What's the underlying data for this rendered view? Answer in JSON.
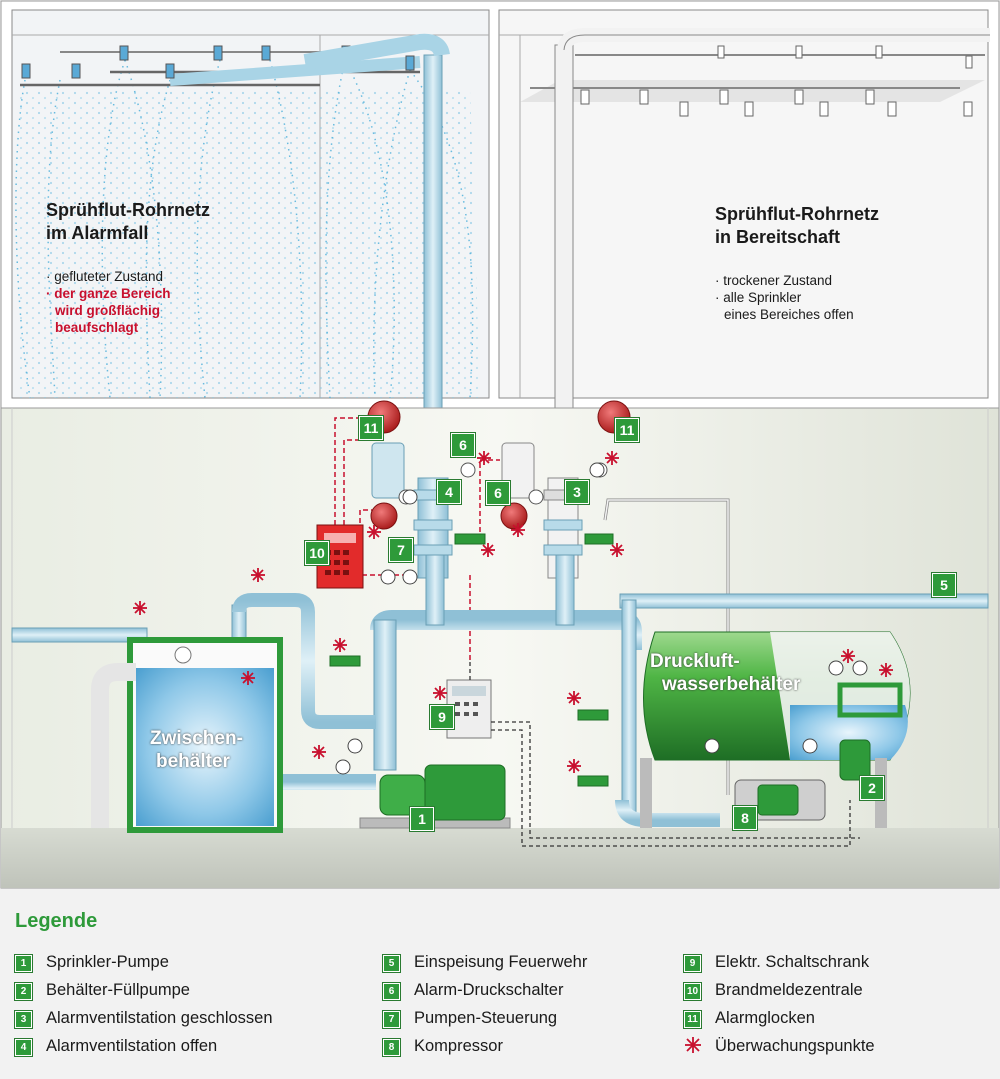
{
  "rooms": {
    "alarm": {
      "title_line1": "Sprühflut-Rohrnetz",
      "title_line2": "im Alarmfall",
      "bullet1": "· gefluteter Zustand",
      "bullet2_line1": "· der ganze Bereich",
      "bullet2_line2": "wird großflächig",
      "bullet2_line3": "beaufschlagt"
    },
    "standby": {
      "title_line1": "Sprühflut-Rohrnetz",
      "title_line2": "in Bereitschaft",
      "bullet1": "· trockener Zustand",
      "bullet2_line1": "· alle Sprinkler",
      "bullet2_line2": "eines Bereiches offen"
    }
  },
  "tanks": {
    "intermediate_line1": "Zwischen-",
    "intermediate_line2": "behälter",
    "pressure_line1": "Druckluft-",
    "pressure_line2": "wasserbehälter"
  },
  "badges": [
    "1",
    "2",
    "3",
    "4",
    "5",
    "6",
    "6",
    "7",
    "8",
    "9",
    "10",
    "11",
    "11"
  ],
  "legend": {
    "title": "Legende",
    "items": [
      {
        "num": "1",
        "text": "Sprinkler-Pumpe"
      },
      {
        "num": "2",
        "text": "Behälter-Füllpumpe"
      },
      {
        "num": "3",
        "text": "Alarmventilstation geschlossen"
      },
      {
        "num": "4",
        "text": "Alarmventilstation offen"
      },
      {
        "num": "5",
        "text": "Einspeisung Feuerwehr"
      },
      {
        "num": "6",
        "text": "Alarm-Druckschalter"
      },
      {
        "num": "7",
        "text": "Pumpen-Steuerung"
      },
      {
        "num": "8",
        "text": "Kompressor"
      },
      {
        "num": "9",
        "text": "Elektr. Schaltschrank"
      },
      {
        "num": "10",
        "text": "Brandmeldezentrale"
      },
      {
        "num": "11",
        "text": "Alarmglocken"
      },
      {
        "num": "",
        "text": "Überwachungspunkte"
      }
    ]
  },
  "colors": {
    "accent_green": "#2e9a3a",
    "alarm_red": "#c8102e",
    "pipe_blue": "#b8dbe9",
    "water_blue": "#5aa9d6"
  }
}
